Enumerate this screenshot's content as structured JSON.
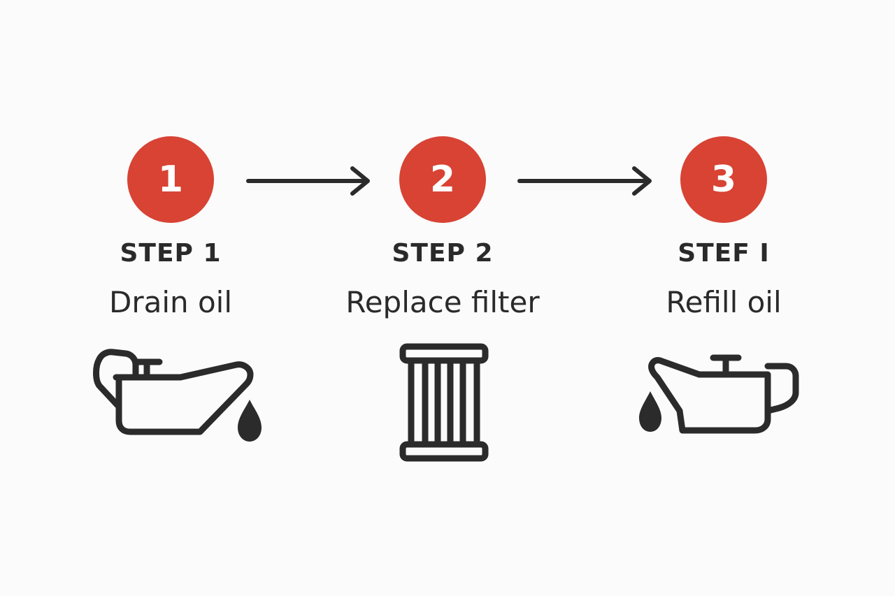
{
  "colors": {
    "badge": "#d84334",
    "badge_text": "#ffffff",
    "ink": "#2b2b2b",
    "background": "#fbfbfb"
  },
  "steps": [
    {
      "number": "1",
      "label": "STEP 1",
      "title": "Drain oil",
      "icon": "oil-can-pouring-right-icon"
    },
    {
      "number": "2",
      "label": "STEP 2",
      "title": "Replace filter",
      "icon": "oil-filter-icon"
    },
    {
      "number": "3",
      "label": "STEF I",
      "title": "Refill oil",
      "icon": "oil-can-pouring-left-icon"
    }
  ],
  "connectors": [
    "arrow-right-icon",
    "arrow-right-icon"
  ]
}
